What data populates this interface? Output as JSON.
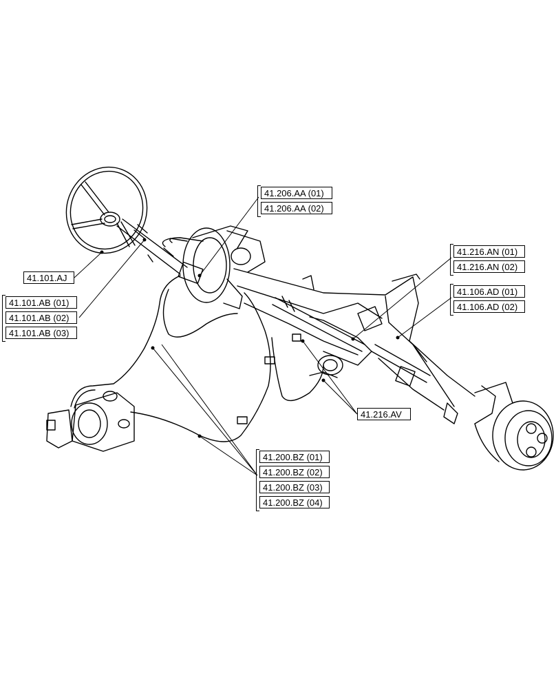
{
  "callouts": {
    "steering_wheel": [
      "41.101.AJ"
    ],
    "steering_column": [
      "41.101.AB (01)",
      "41.101.AB (02)",
      "41.101.AB (03)"
    ],
    "steering_valve": [
      "41.206.AA (01)",
      "41.206.AA (02)"
    ],
    "tie_rod": [
      "41.216.AN (01)",
      "41.216.AN (02)"
    ],
    "axle_bracket": [
      "41.106.AD (01)",
      "41.106.AD (02)"
    ],
    "cylinder": [
      "41.216.AV"
    ],
    "hoses": [
      "41.200.BZ (01)",
      "41.200.BZ (02)",
      "41.200.BZ (03)",
      "41.200.BZ (04)"
    ]
  }
}
